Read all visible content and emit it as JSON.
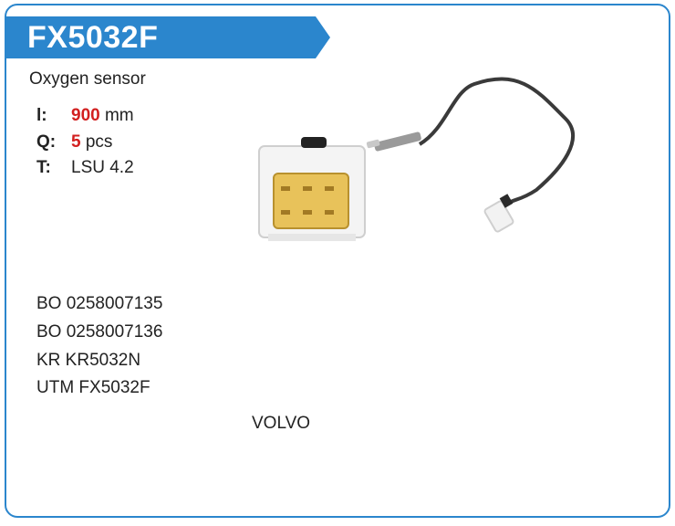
{
  "product": {
    "code": "FX5032F",
    "name": "Oxygen sensor"
  },
  "specs": [
    {
      "key": "l:",
      "value": "900",
      "unit": "mm"
    },
    {
      "key": "Q:",
      "value": "5",
      "unit": "pcs"
    },
    {
      "key": "T:",
      "value": "",
      "unit": "LSU 4.2"
    }
  ],
  "cross_references": [
    "BO 0258007135",
    "BO 0258007136",
    "KR KR5032N",
    "UTM FX5032F"
  ],
  "application": "VOLVO",
  "colors": {
    "accent": "#2b86cd",
    "highlight": "#d21f1f"
  },
  "image": {
    "icon": "oxygen-sensor-photo"
  }
}
